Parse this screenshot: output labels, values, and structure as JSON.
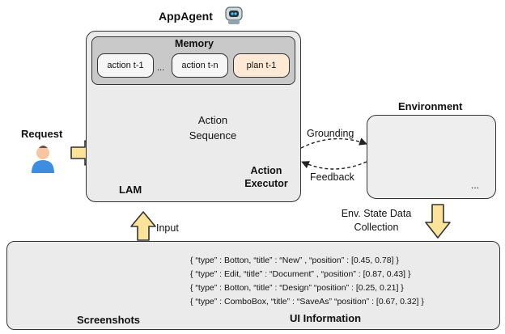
{
  "app_agent": {
    "title": "AppAgent"
  },
  "memory": {
    "title": "Memory",
    "items": [
      "action t-1",
      "action t-n",
      "plan t-1"
    ],
    "ellipsis": "..."
  },
  "request_label": "Request",
  "lam_label": "LAM",
  "action_sequence": [
    "Action",
    "Sequence"
  ],
  "executor_label": [
    "Action",
    "Executor"
  ],
  "environment": {
    "title": "Environment",
    "more": "..."
  },
  "grounding_label": "Grounding",
  "feedback_label": "Feedback",
  "env_state": [
    "Env. State Data",
    "Collection"
  ],
  "input_label": "Input",
  "screenshots_label": "Screenshots",
  "ui_information": {
    "title": "UI Information",
    "lines": [
      "{ “type” : Botton, “title” : “New” , “position” : [0.45, 0.78] }",
      "{ “type” : Edit, “title” : “Document” , “position” : [0.87, 0.43] }",
      "{ “type” : Botton, “title” : “Design” “position” : [0.25, 0.21] }",
      "{ “type” : ComboBox, “title” : “SaveAs” “position” : [0.67, 0.32] }"
    ]
  },
  "colors": {
    "arrow_fill": "#fbe39a",
    "arrow_stroke": "#333333",
    "plan_fill": "#fde9d6",
    "panel": "#ebebeb",
    "lam_node": "#e8772e"
  }
}
